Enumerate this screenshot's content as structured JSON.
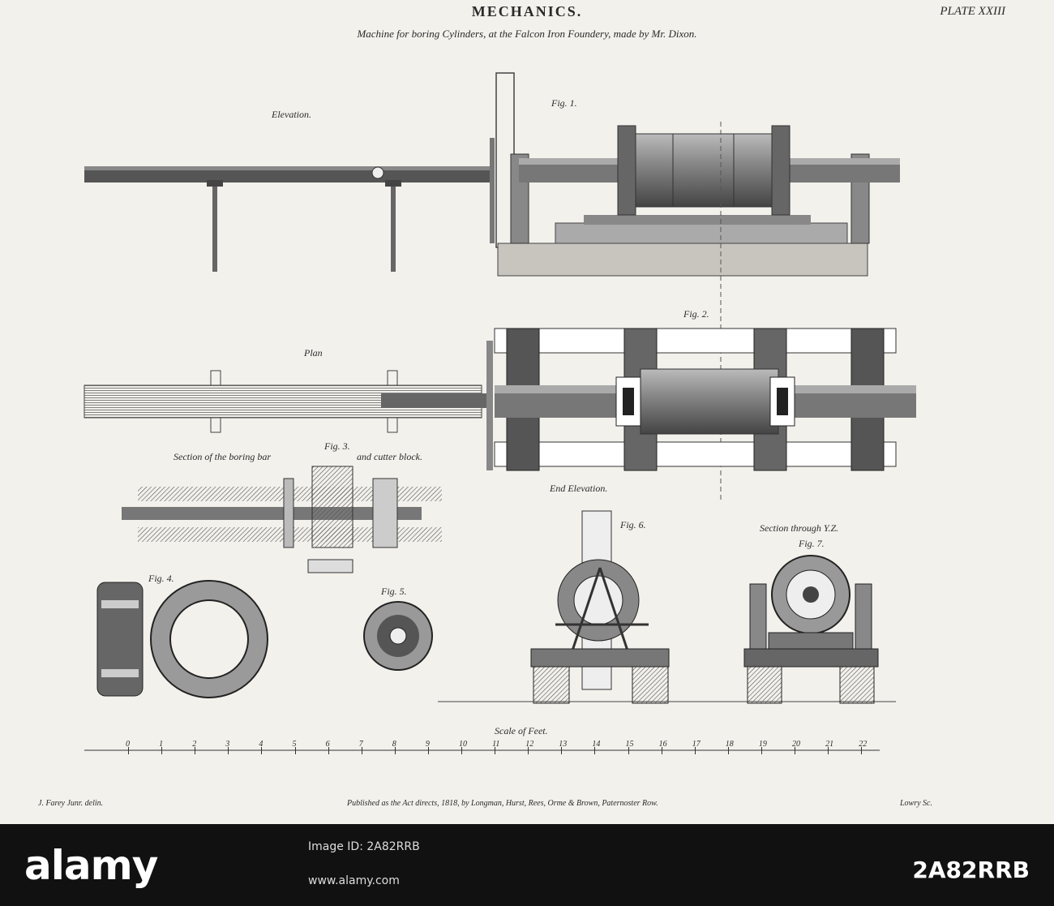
{
  "header": {
    "title": "MECHANICS.",
    "plate": "PLATE XXIII",
    "subtitle": "Machine for boring Cylinders, at the Falcon Iron Foundery, made by Mr. Dixon."
  },
  "captions": {
    "elevation": "Elevation.",
    "fig1": "Fig. 1.",
    "plan": "Plan",
    "fig2": "Fig. 2.",
    "fig3": "Fig. 3.",
    "section_bar": "Section of the boring bar",
    "section_block": "and cutter block.",
    "end_elevation": "End Elevation.",
    "fig4": "Fig. 4.",
    "fig5": "Fig. 5.",
    "fig6": "Fig. 6.",
    "section_yz": "Section through Y.Z.",
    "fig7": "Fig. 7."
  },
  "scale": {
    "title": "Scale of Feet.",
    "ticks": [
      "0",
      "1",
      "2",
      "3",
      "4",
      "5",
      "6",
      "7",
      "8",
      "9",
      "10",
      "11",
      "12",
      "13",
      "14",
      "15",
      "16",
      "17",
      "18",
      "19",
      "20",
      "21",
      "22"
    ]
  },
  "footer": {
    "left": "J. Farey Junr. delin.",
    "center": "Published as the Act directs, 1818, by Longman, Hurst, Rees, Orme & Brown, Paternoster Row.",
    "right": "Lowry Sc."
  },
  "watermark": {
    "logo": "alamy",
    "image_id": "Image ID: 2A82RRB",
    "url": "www.alamy.com",
    "code": "2A82RRB"
  },
  "colors": {
    "paper": "#f3f1ec",
    "ink": "#2a2a2a"
  }
}
